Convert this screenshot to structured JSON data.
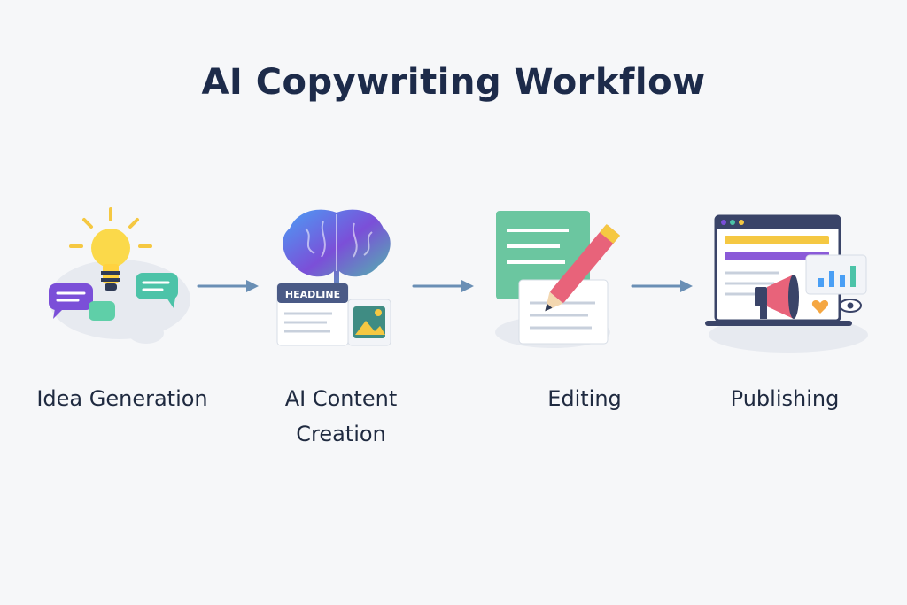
{
  "title": "AI Copywriting Workflow",
  "steps": [
    {
      "label": "Idea Generation",
      "icon": "lightbulb-chat-icon"
    },
    {
      "label": "AI Content Creation",
      "icon": "brain-document-icon"
    },
    {
      "label": "Editing",
      "icon": "document-pencil-icon"
    },
    {
      "label": "Publishing",
      "icon": "laptop-megaphone-icon"
    }
  ],
  "content_labels": {
    "headline": "HEADLINE"
  },
  "colors": {
    "title": "#1d2b4a",
    "accent_purple": "#7b4fd8",
    "accent_teal": "#4cc3a8",
    "accent_yellow": "#f5c842",
    "accent_red": "#e8637a",
    "arrow": "#6a8fb5"
  }
}
